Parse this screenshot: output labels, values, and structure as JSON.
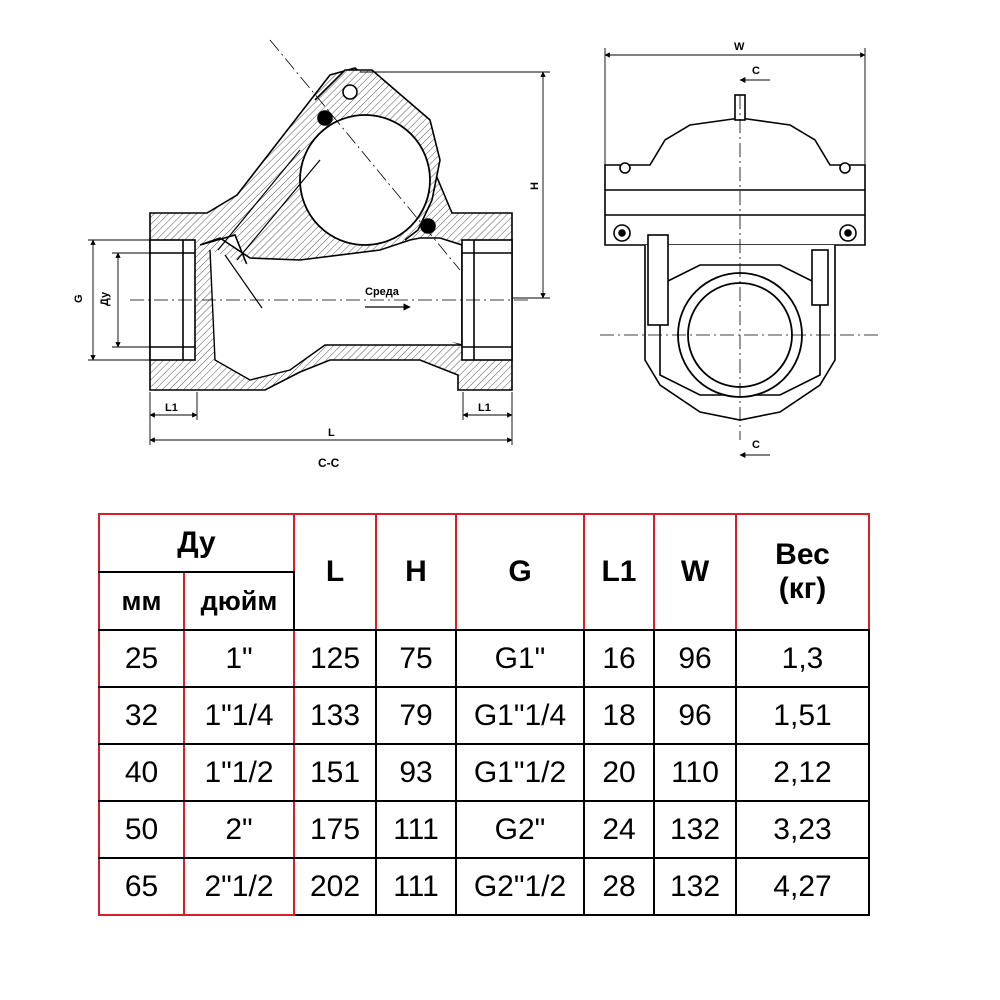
{
  "drawing": {
    "section_label": "C-C",
    "flow_label": "Среда",
    "dims": {
      "G": "G",
      "Du": "Ду",
      "L1_left": "L1",
      "L1_right": "L1",
      "L": "L",
      "H": "H",
      "W": "W",
      "C_top": "C",
      "C_bottom": "C"
    }
  },
  "table": {
    "header": {
      "du": "Ду",
      "mm": "мм",
      "inch": "дюйм",
      "L": "L",
      "H": "H",
      "G": "G",
      "L1": "L1",
      "W": "W",
      "weight_line1": "Вес",
      "weight_line2": "(кг)"
    },
    "rows": [
      {
        "mm": "25",
        "inch": "1\"",
        "L": "125",
        "H": "75",
        "G": "G1\"",
        "L1": "16",
        "W": "96",
        "weight": "1,3"
      },
      {
        "mm": "32",
        "inch": "1\"1/4",
        "L": "133",
        "H": "79",
        "G": "G1\"1/4",
        "L1": "18",
        "W": "96",
        "weight": "1,51"
      },
      {
        "mm": "40",
        "inch": "1\"1/2",
        "L": "151",
        "H": "93",
        "G": "G1\"1/2",
        "L1": "20",
        "W": "110",
        "weight": "2,12"
      },
      {
        "mm": "50",
        "inch": "2\"",
        "L": "175",
        "H": "111",
        "G": "G2\"",
        "L1": "24",
        "W": "132",
        "weight": "3,23"
      },
      {
        "mm": "65",
        "inch": "2\"1/2",
        "L": "202",
        "H": "111",
        "G": "G2\"1/2",
        "L1": "28",
        "W": "132",
        "weight": "4,27"
      }
    ]
  },
  "colors": {
    "accent_red": "#d81e28",
    "line": "#000000",
    "fill_hatch": "#bbbbbb"
  }
}
